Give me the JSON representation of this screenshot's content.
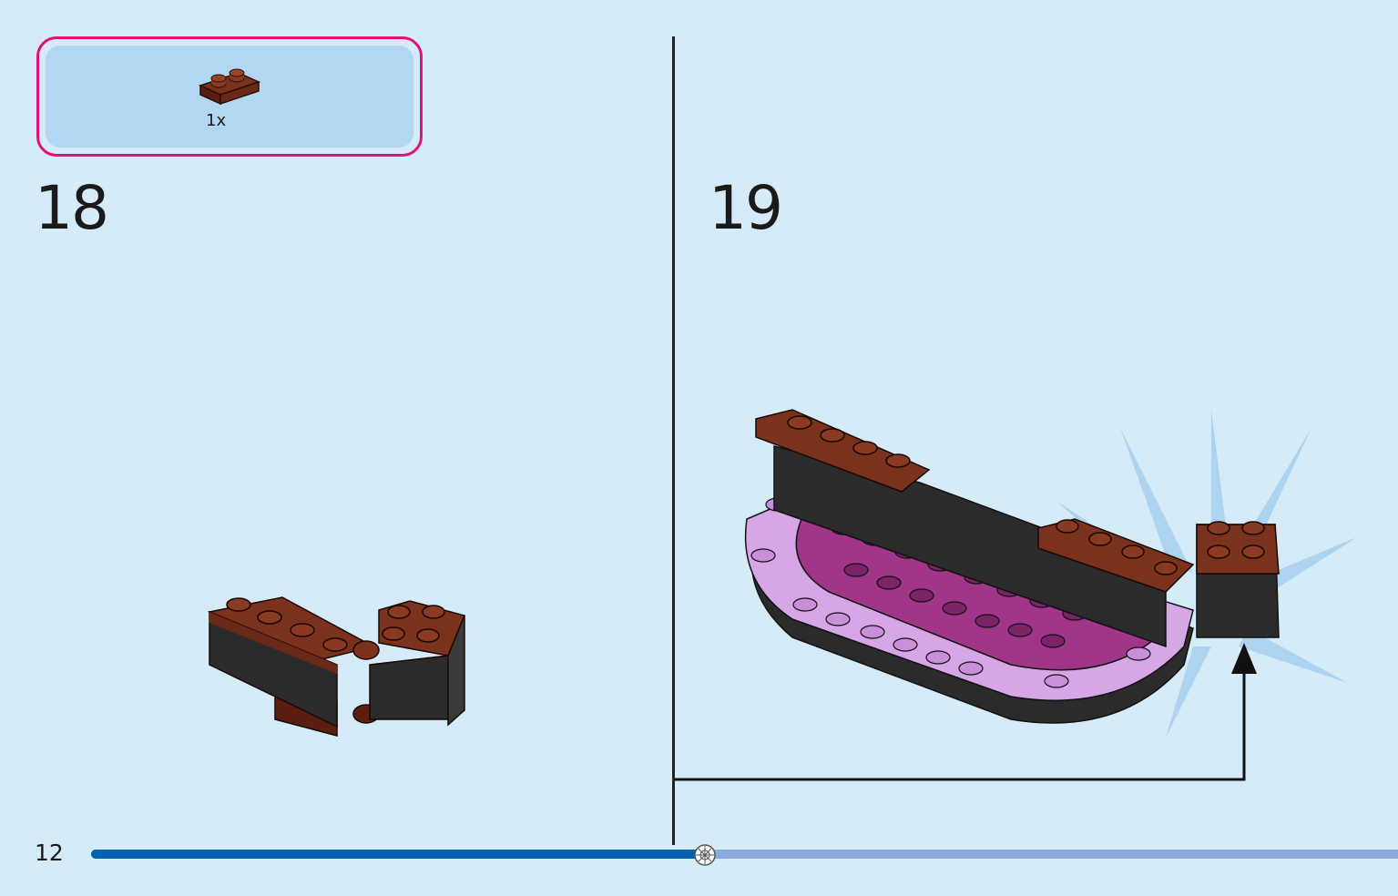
{
  "page": {
    "number": "12",
    "progress_fraction": 0.47
  },
  "parts_callout": {
    "part_name": "brown-plate-1x2-icon",
    "quantity": "1x",
    "border_color": "#e0127c",
    "fill_color": "#b2d7f3"
  },
  "steps": [
    {
      "number": "18"
    },
    {
      "number": "19"
    }
  ],
  "colors": {
    "background": "#d6ebf8",
    "brick_brown": "#6b2a18",
    "brick_dark": "#2b2b2b",
    "plate_lavender": "#d6a6e6",
    "plate_magenta": "#a0358a",
    "progress_done": "#0062b0",
    "progress_todo": "#8aa9dc"
  }
}
